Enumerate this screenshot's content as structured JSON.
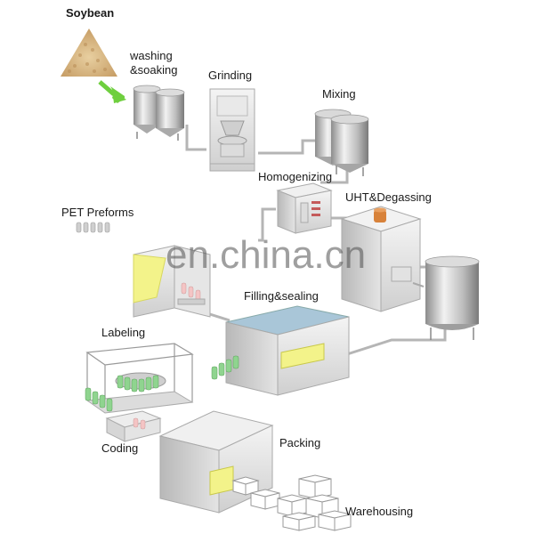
{
  "diagram": {
    "stages": {
      "soybean": "Soybean",
      "washing_line1": "washing",
      "washing_line2": "&soaking",
      "grinding": "Grinding",
      "mixing": "Mixing",
      "homogenizing": "Homogenizing",
      "uht": "UHT&Degassing",
      "pet_preforms": "PET Preforms",
      "filling": "Filling&sealing",
      "labeling": "Labeling",
      "coding": "Coding",
      "packing": "Packing",
      "warehousing": "Warehousing"
    },
    "watermark": "en.china.cn"
  },
  "colors": {
    "steel_light": "#eaeaea",
    "steel_mid": "#cfcfcf",
    "steel_dark": "#9a9a9a",
    "pipe": "#b9b9b9",
    "window_yellow": "#f3f38a",
    "bottle_green": "#8fd48f",
    "arrow_green": "#6fcf3f",
    "filling_top": "#a9c6d8",
    "copper": "#d8823a",
    "soy": "#d8b98a"
  }
}
